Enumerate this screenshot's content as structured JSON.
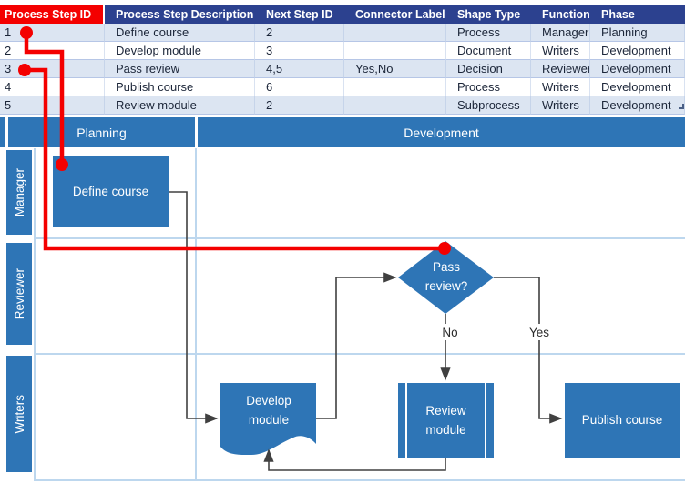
{
  "table": {
    "headers": [
      "Process Step ID",
      "Process Step Description",
      "Next Step ID",
      "Connector Label",
      "Shape Type",
      "Function",
      "Phase"
    ],
    "rows": [
      {
        "id": "1",
        "description": "Define course",
        "next": "2",
        "connector": "",
        "shape": "Process",
        "function": "Manager",
        "phase": "Planning"
      },
      {
        "id": "2",
        "description": "Develop module",
        "next": "3",
        "connector": "",
        "shape": "Document",
        "function": "Writers",
        "phase": "Development"
      },
      {
        "id": "3",
        "description": "Pass review",
        "next": "4,5",
        "connector": "Yes,No",
        "shape": "Decision",
        "function": "Reviewer",
        "phase": "Development"
      },
      {
        "id": "4",
        "description": "Publish course",
        "next": "6",
        "connector": "",
        "shape": "Process",
        "function": "Writers",
        "phase": "Development"
      },
      {
        "id": "5",
        "description": "Review module",
        "next": "2",
        "connector": "",
        "shape": "Subprocess",
        "function": "Writers",
        "phase": "Development"
      }
    ]
  },
  "diagram": {
    "phases": [
      {
        "label": "Planning"
      },
      {
        "label": "Development"
      }
    ],
    "lanes": [
      {
        "label": "Manager"
      },
      {
        "label": "Reviewer"
      },
      {
        "label": "Writers"
      }
    ],
    "shapes": {
      "define_course": "Define course",
      "pass_review": "Pass review?",
      "develop_module": "Develop module",
      "review_module": "Review module",
      "publish_course": "Publish course"
    },
    "connector_labels": {
      "yes": "Yes",
      "no": "No"
    }
  },
  "colors": {
    "accent-blue": "#2E75B6",
    "header-navy": "#2C418F",
    "header-red": "#F40000",
    "callout-red": "#F40000",
    "band-row": "#DCE5F2",
    "grid-light": "#BDD7EE",
    "connector-gray": "#404040"
  }
}
